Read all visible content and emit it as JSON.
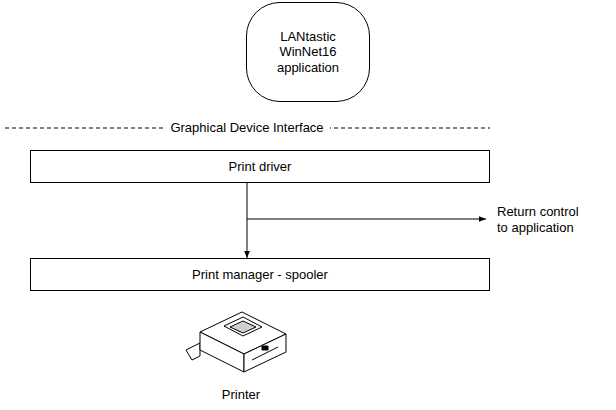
{
  "diagram": {
    "nodes": [
      {
        "text": [
          "LANtastic WinNet16 application"
        ]
      },
      {
        "text": [
          "Print driver"
        ]
      },
      {
        "text": [
          "Print manager - spooler"
        ]
      }
    ],
    "edges": [
      {
        "from": 1,
        "to": 2,
        "arrow": "to"
      }
    ],
    "labels": [
      "Graphical Device Interface",
      "Return control to application",
      "Printer"
    ]
  }
}
